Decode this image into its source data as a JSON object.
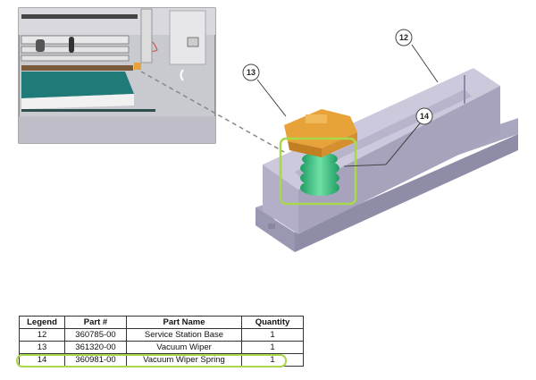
{
  "callouts": {
    "c12": "12",
    "c13": "13",
    "c14": "14"
  },
  "colors": {
    "highlight": "#a9d84a",
    "wiper": "#e8a23a",
    "spring": "#2fbf7a",
    "base": "#b7b3cf"
  },
  "table": {
    "headers": {
      "legend": "Legend",
      "part": "Part #",
      "name": "Part Name",
      "qty": "Quantity"
    },
    "rows": [
      {
        "legend": "12",
        "part": "360785-00",
        "name": "Service Station Base",
        "qty": "1"
      },
      {
        "legend": "13",
        "part": "361320-00",
        "name": "Vacuum Wiper",
        "qty": "1"
      },
      {
        "legend": "14",
        "part": "360981-00",
        "name": "Vacuum Wiper Spring",
        "qty": "1"
      }
    ]
  }
}
